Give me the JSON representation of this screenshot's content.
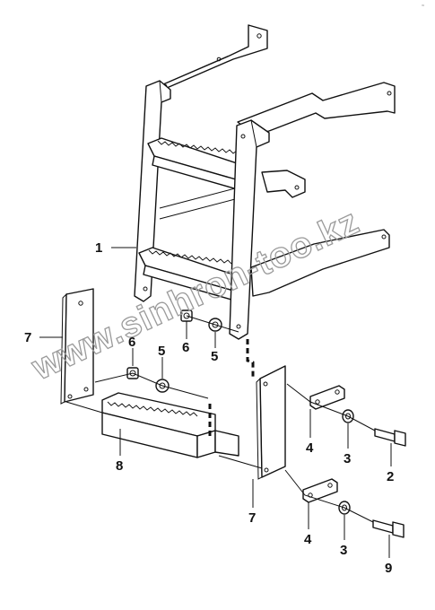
{
  "corner_mark": "≈",
  "watermark": "www.sinhron-too.kz",
  "callouts": [
    "1",
    "7",
    "6",
    "5",
    "6",
    "5",
    "8",
    "7",
    "4",
    "3",
    "2",
    "4",
    "3",
    "9"
  ]
}
